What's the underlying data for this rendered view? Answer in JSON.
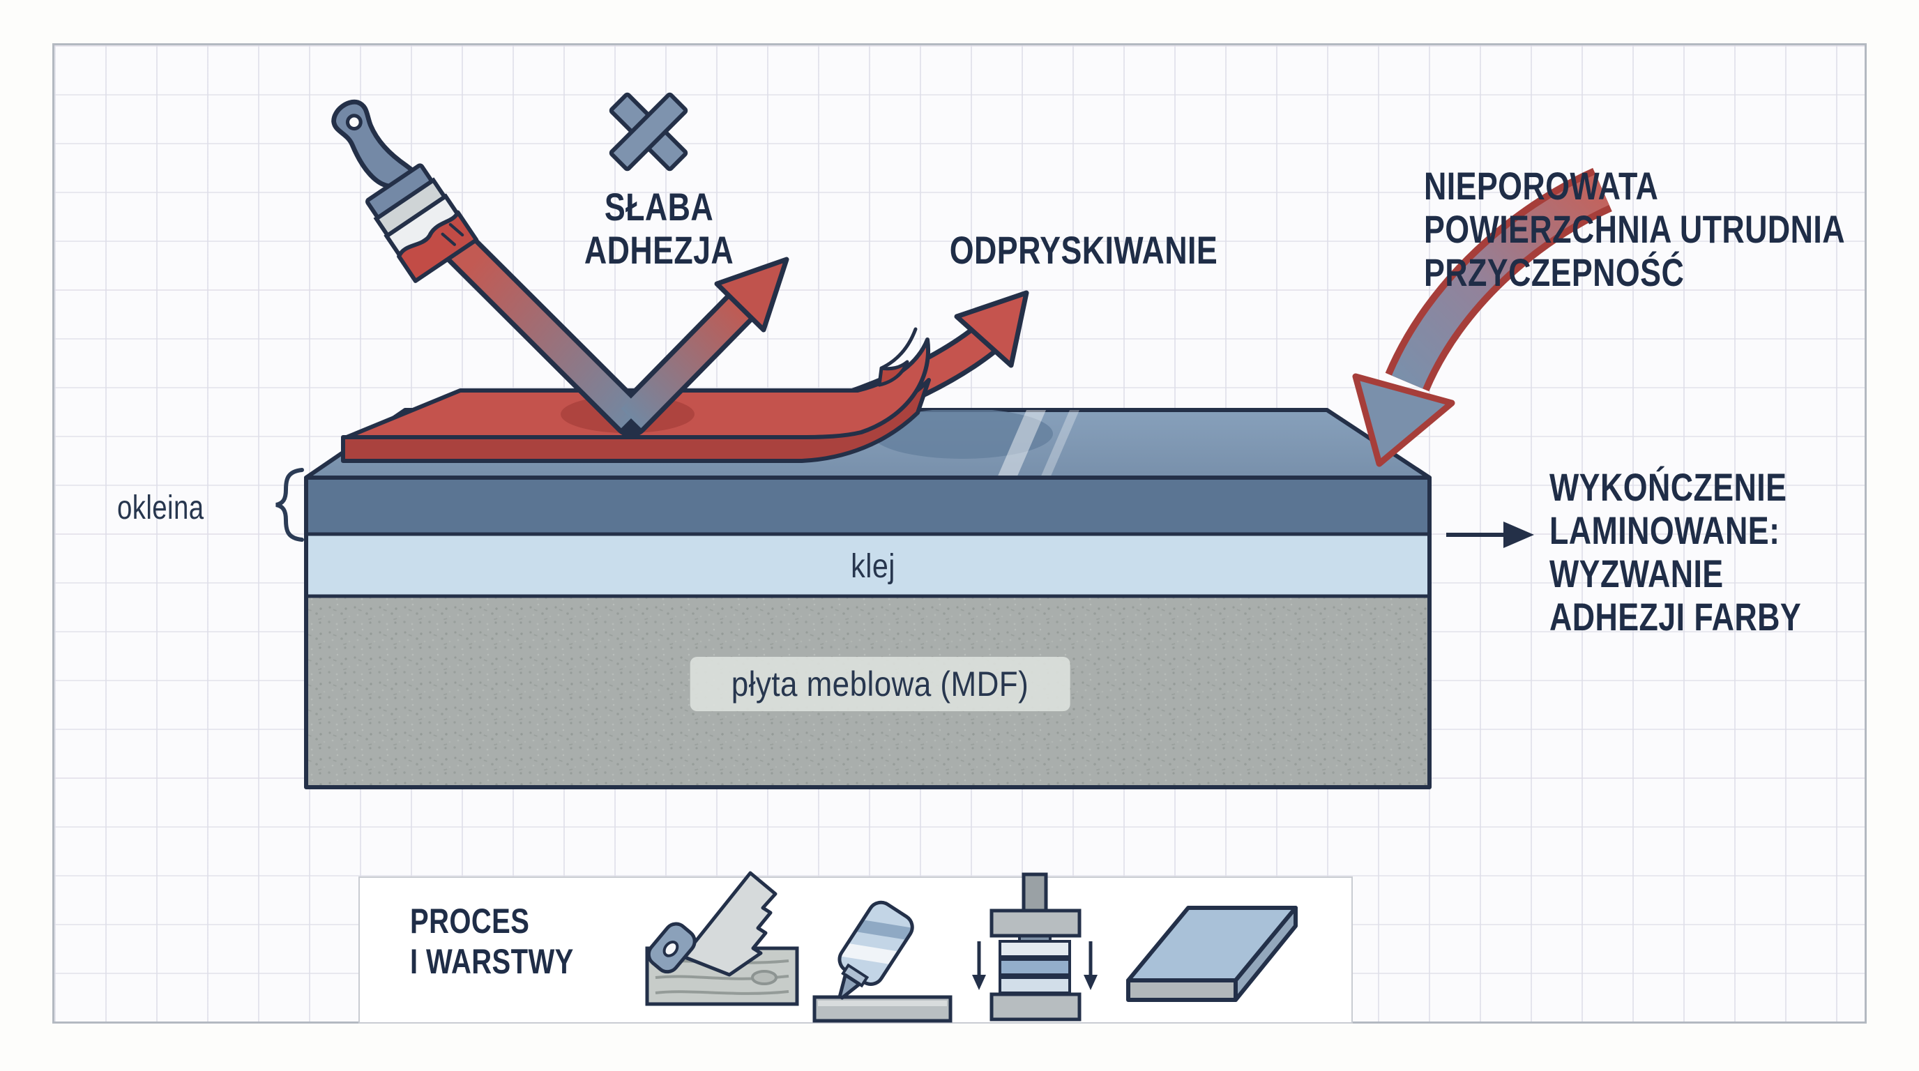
{
  "figure": {
    "type": "diagram",
    "language": "pl",
    "topic": "Wykończenie laminowane - wyzwanie adhezji farby (MDF)"
  },
  "annotations": {
    "weak_adhesion": {
      "line1": "SŁABA",
      "line2": "ADHEZJA"
    },
    "chipping": {
      "text": "ODPRYSKIWANIE"
    },
    "nonporous_note": {
      "line1": "NIEPOROWATA",
      "line2": "POWIERZCHNIA UTRUDNIA",
      "line3": "PRZYCZEPNOŚĆ"
    },
    "laminated_note": {
      "line1": "WYKOŃCZENIE",
      "line2": "LAMINOWANE:",
      "line3": "WYZWANIE",
      "line4": "ADHEZJI FARBY"
    }
  },
  "layers": {
    "veneer_label": "okleina",
    "glue_label": "klej",
    "board_label": "płyta meblowa (MDF)"
  },
  "legend": {
    "title_line1": "PROCES",
    "title_line2": "I WARSTWY",
    "icons": [
      "saw-cutting-icon",
      "glue-bottle-icon",
      "press-icon",
      "laminated-panel-icon"
    ]
  },
  "colors": {
    "paint_red": "#c4534d",
    "paint_red_dark": "#a84440",
    "steel_blue": "#7489a6",
    "surface_blue": "#7e96b1",
    "veneer_blue": "#5b7593",
    "glue_light_blue": "#c9ddec",
    "mdf_gray": "#a9aeac",
    "ink_navy": "#1f2d47",
    "frame_border": "#b3b9c1"
  }
}
